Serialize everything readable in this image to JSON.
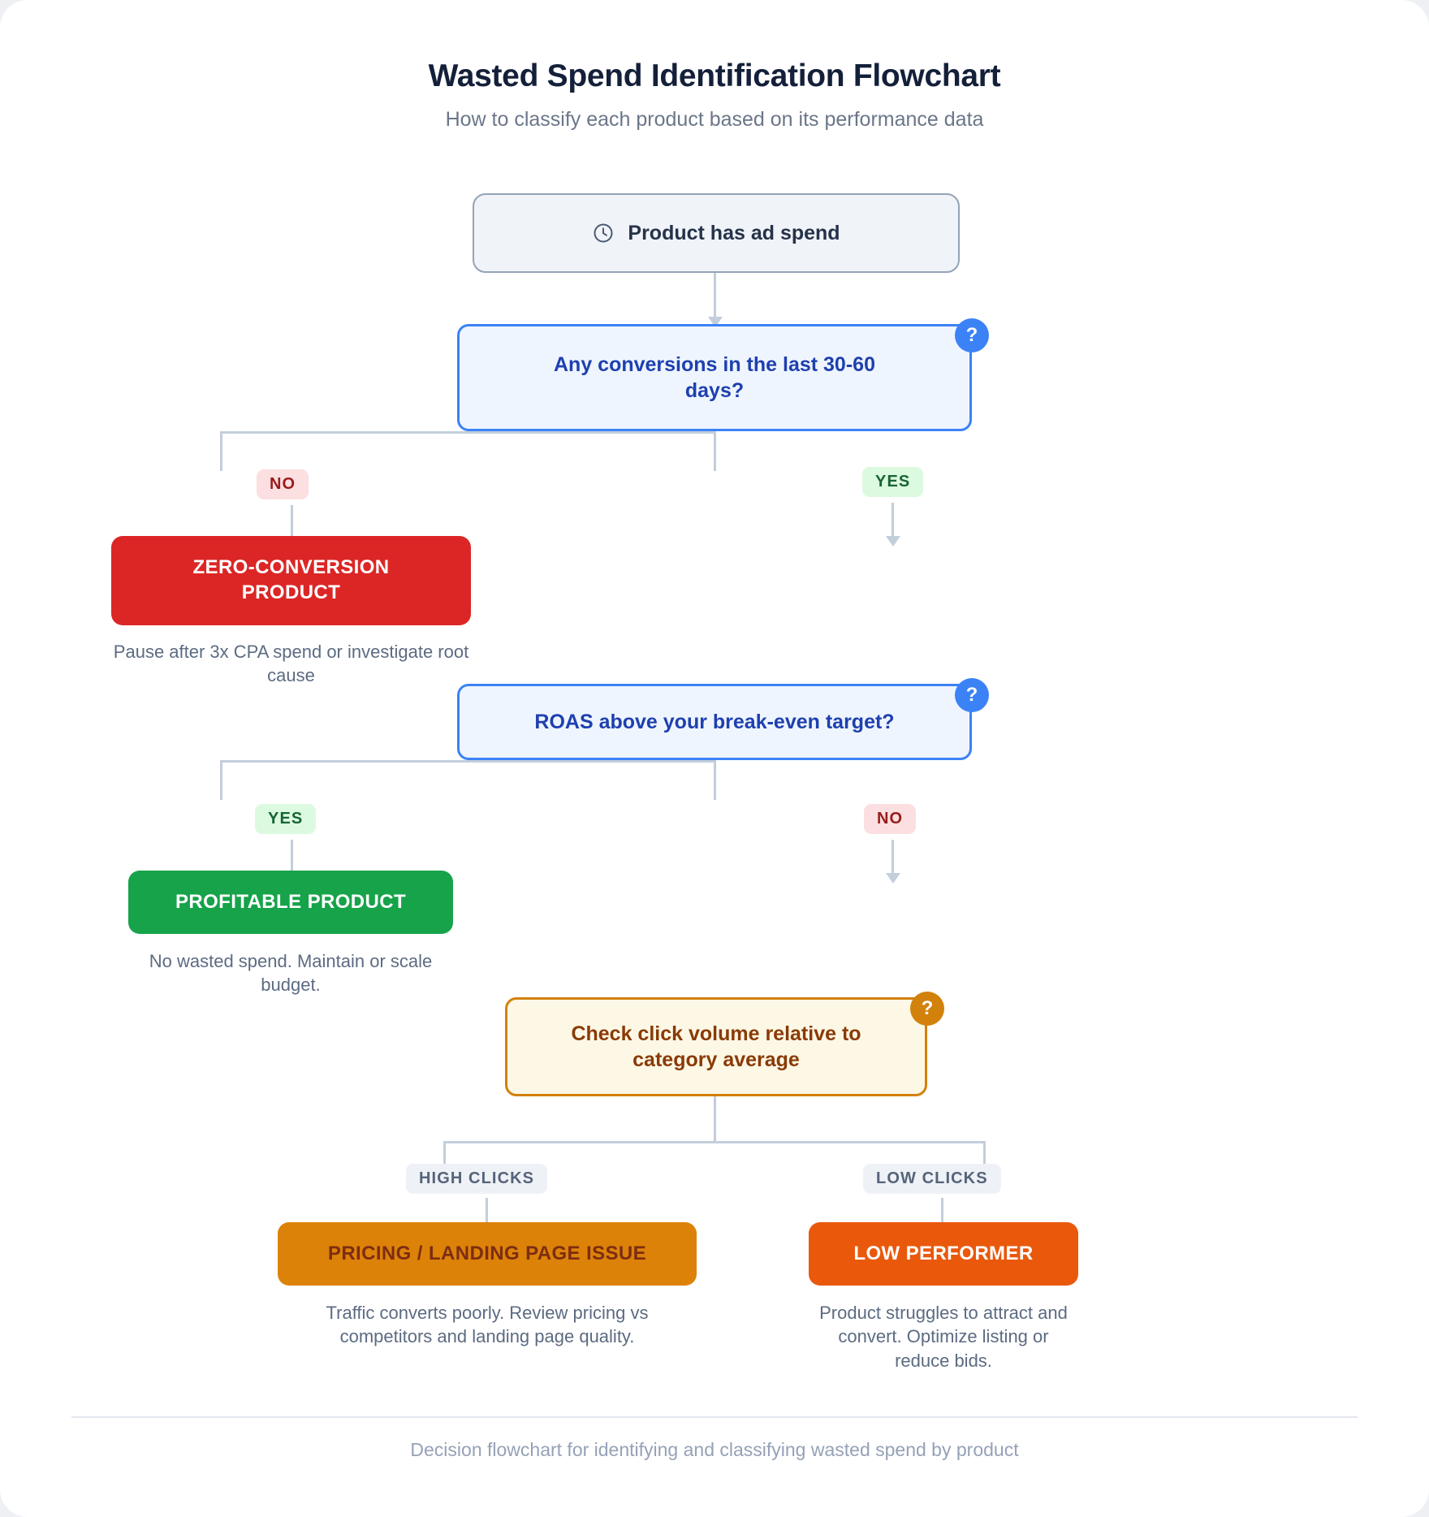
{
  "header": {
    "title": "Wasted Spend Identification Flowchart",
    "subtitle": "How to classify each product based on its performance data"
  },
  "footer": {
    "text": "Decision flowchart for identifying and classifying wasted spend by product"
  },
  "flow": {
    "start": {
      "label": "Product has ad spend",
      "icon": "clock-icon"
    },
    "decision_1": {
      "label": "Any conversions in the last 30-60 days?",
      "badge": "?",
      "branch_left": "NO",
      "branch_right": "YES"
    },
    "outcome_zero_conversion": {
      "label": "ZERO-CONVERSION PRODUCT",
      "caption": "Pause after 3x CPA spend or investigate root cause",
      "color": "#dc2626"
    },
    "decision_2": {
      "label": "ROAS above your break-even target?",
      "badge": "?",
      "branch_left": "YES",
      "branch_right": "NO"
    },
    "outcome_profitable": {
      "label": "PROFITABLE PRODUCT",
      "caption": "No wasted spend. Maintain or scale budget.",
      "color": "#16a34a"
    },
    "decision_3": {
      "label": "Check click volume relative to category average",
      "badge": "?",
      "branch_left": "HIGH CLICKS",
      "branch_right": "LOW CLICKS"
    },
    "outcome_pricing": {
      "label": "PRICING / LANDING PAGE ISSUE",
      "caption": "Traffic converts poorly. Review pricing vs competitors and landing page quality.",
      "color": "#dd8208",
      "text_color": "#7c2d12"
    },
    "outcome_low_performer": {
      "label": "LOW PERFORMER",
      "caption": "Product struggles to attract and convert. Optimize listing or reduce bids.",
      "color": "#ea580c",
      "text_color": "#ffffff"
    }
  },
  "colors": {
    "decision_blue": "#3b82f6",
    "decision_amber": "#d2810b",
    "connector": "#c3cedc",
    "yes_badge_bg": "#dcfadf",
    "no_badge_bg": "#fcdfe0"
  }
}
